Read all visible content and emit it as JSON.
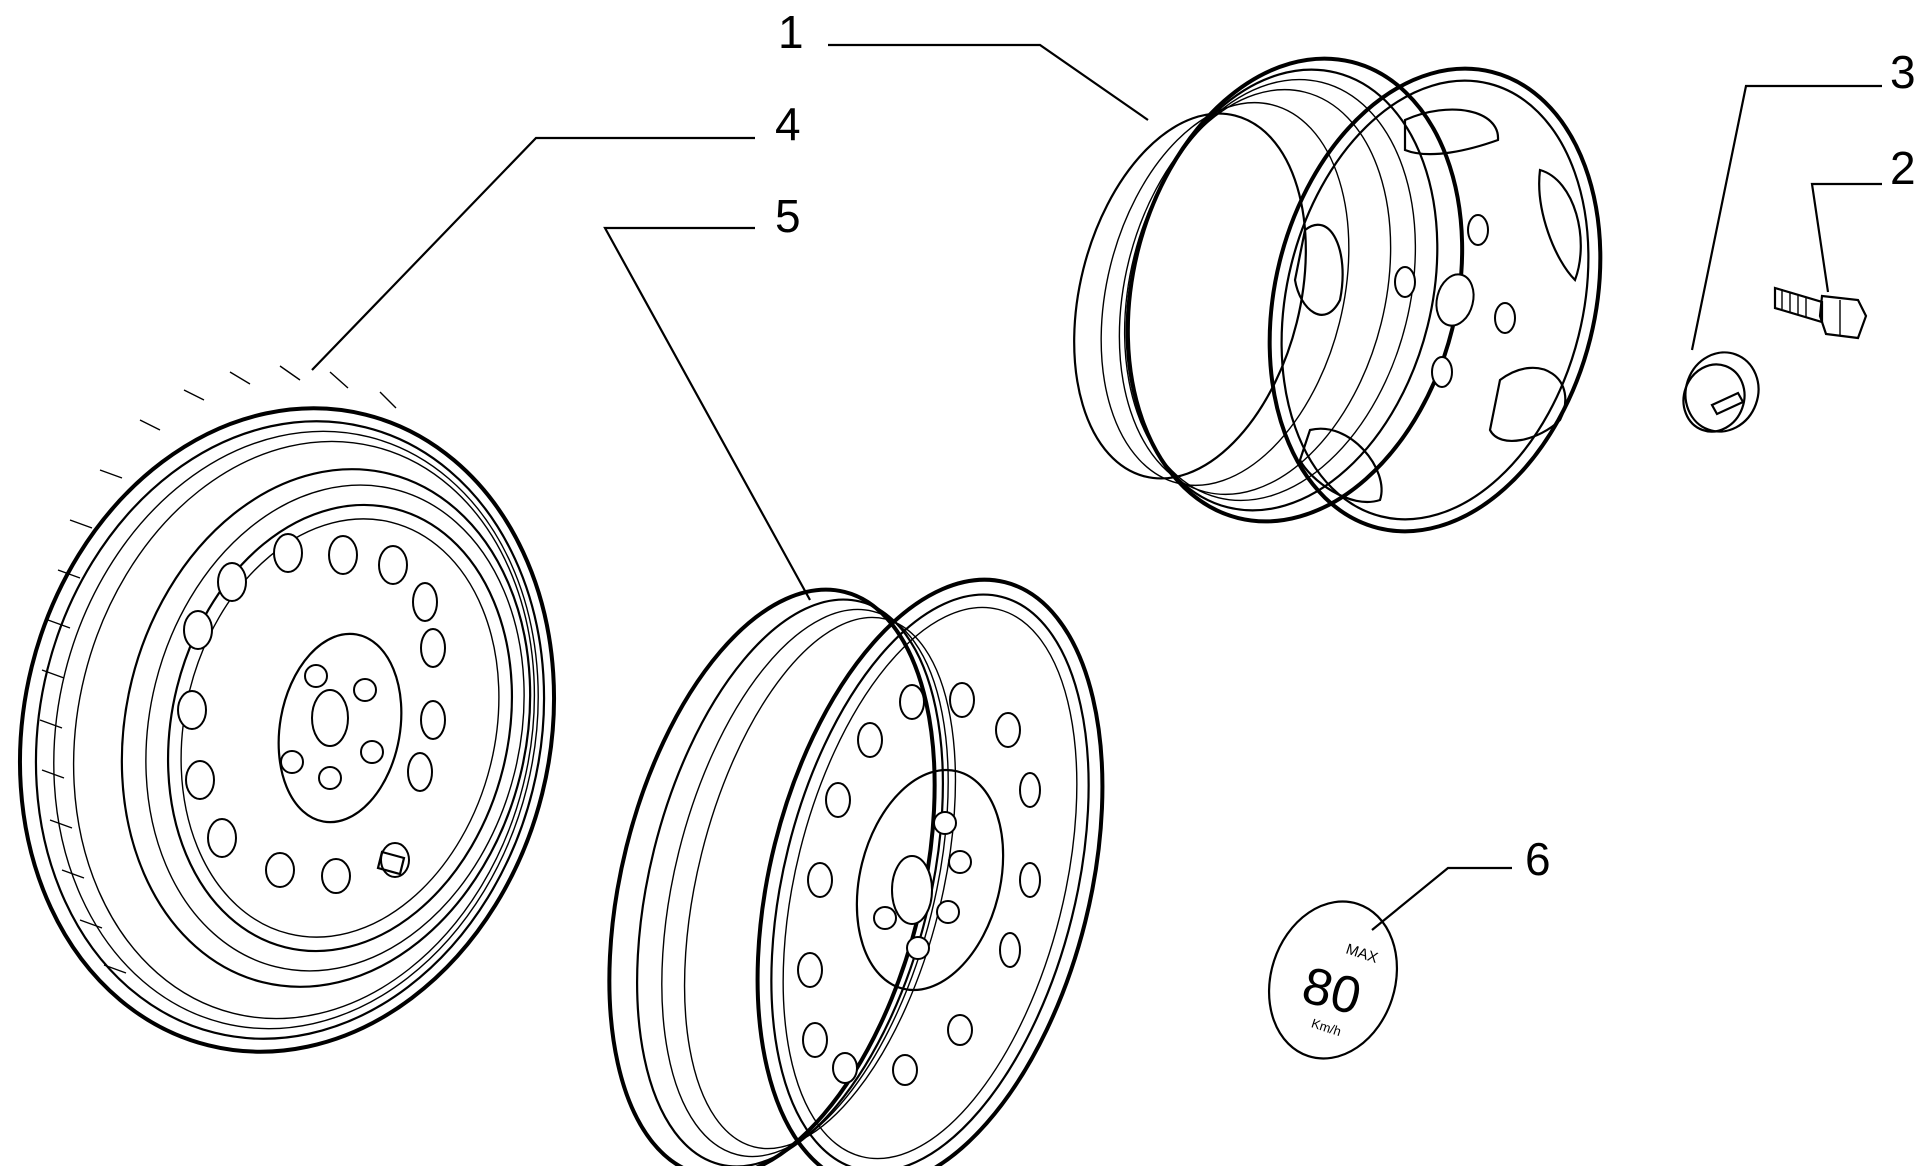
{
  "diagram": {
    "parts": [
      {
        "id": "1",
        "label": "1"
      },
      {
        "id": "2",
        "label": "2"
      },
      {
        "id": "3",
        "label": "3"
      },
      {
        "id": "4",
        "label": "4"
      },
      {
        "id": "5",
        "label": "5"
      },
      {
        "id": "6",
        "label": "6"
      }
    ],
    "badge": {
      "line1": "MAX",
      "line2": "80",
      "line3": "Km/h"
    }
  }
}
